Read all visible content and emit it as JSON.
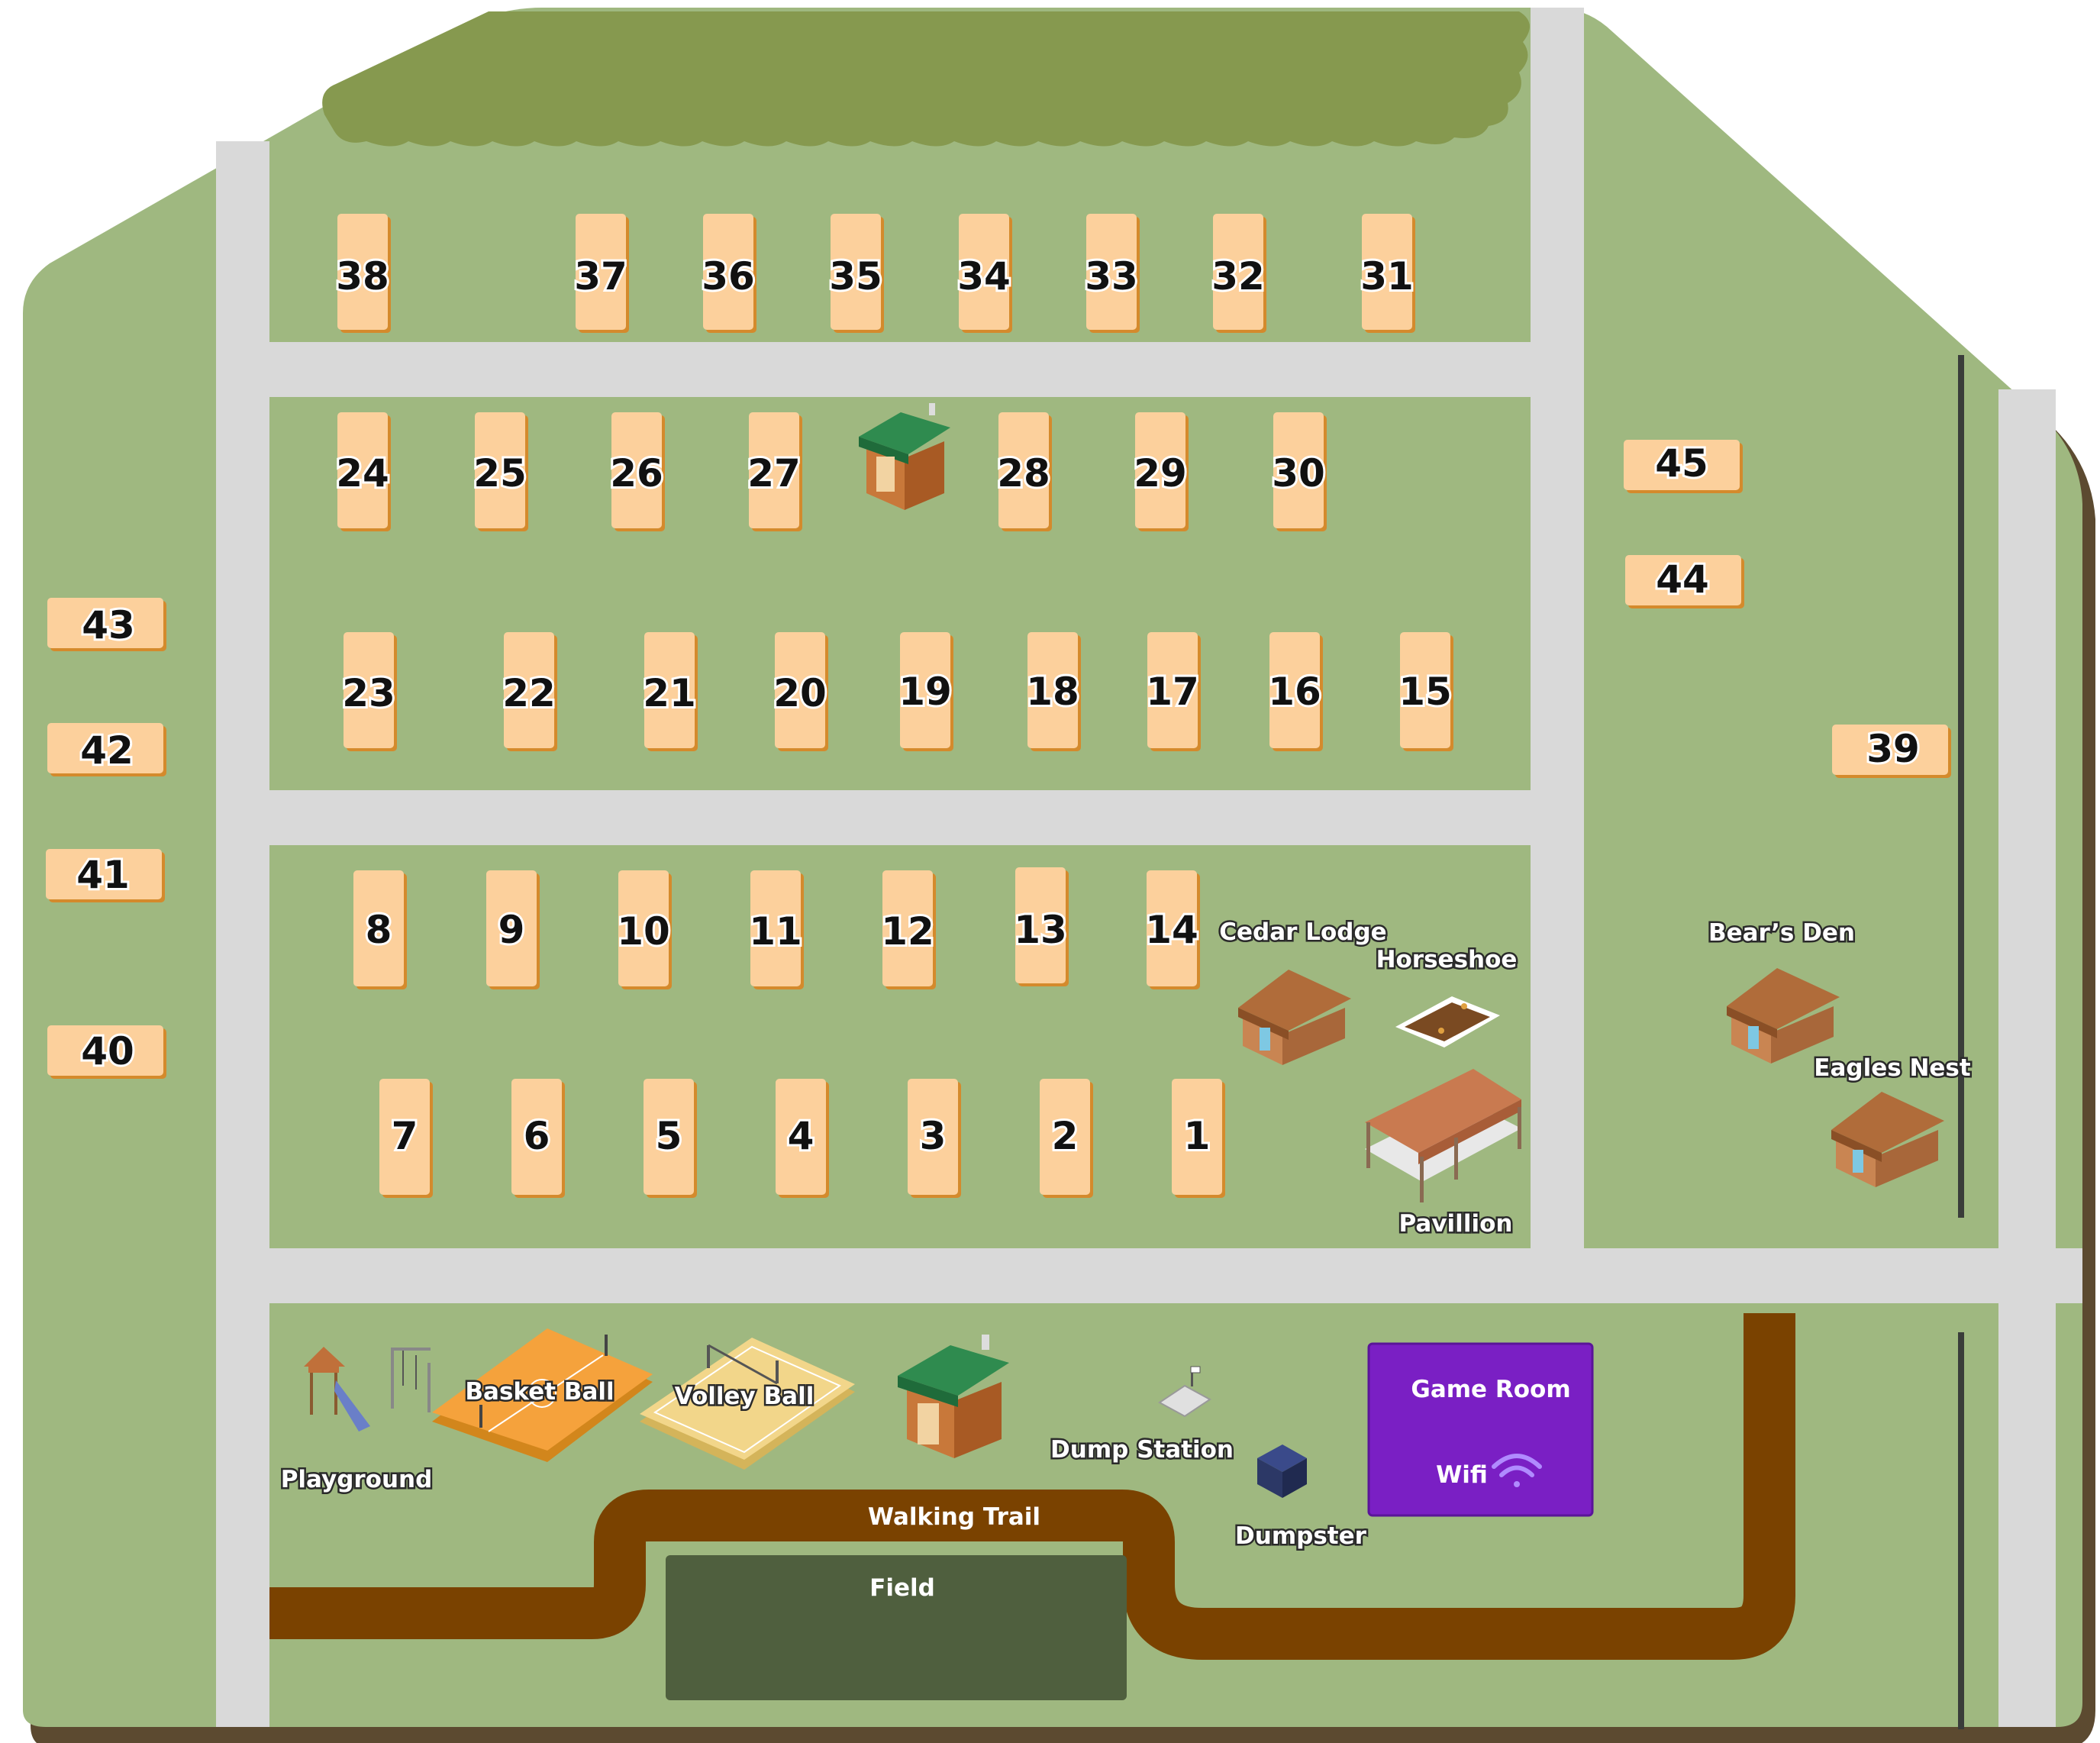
{
  "sites": {
    "s1": "1",
    "s2": "2",
    "s3": "3",
    "s4": "4",
    "s5": "5",
    "s6": "6",
    "s7": "7",
    "s8": "8",
    "s9": "9",
    "s10": "10",
    "s11": "11",
    "s12": "12",
    "s13": "13",
    "s14": "14",
    "s15": "15",
    "s16": "16",
    "s17": "17",
    "s18": "18",
    "s19": "19",
    "s20": "20",
    "s21": "21",
    "s22": "22",
    "s23": "23",
    "s24": "24",
    "s25": "25",
    "s26": "26",
    "s27": "27",
    "s28": "28",
    "s29": "29",
    "s30": "30",
    "s31": "31",
    "s32": "32",
    "s33": "33",
    "s34": "34",
    "s35": "35",
    "s36": "36",
    "s37": "37",
    "s38": "38",
    "s39": "39",
    "s40": "40",
    "s41": "41",
    "s42": "42",
    "s43": "43",
    "s44": "44",
    "s45": "45"
  },
  "labels": {
    "cedar_lodge": "Cedar Lodge",
    "horseshoe": "Horseshoe",
    "pavillion": "Pavillion",
    "bears_den": "Bear’s Den",
    "eagles_nest": "Eagles Nest",
    "basket_ball": "Basket Ball",
    "volley_ball": "Volley Ball",
    "playground": "Playground",
    "dump_station": "Dump Station",
    "dumpster": "Dumpster",
    "game_room": "Game Room",
    "wifi": "Wifi",
    "walking_trail": "Walking Trail",
    "field": "Field"
  },
  "colors": {
    "grass": "#9fb880",
    "road": "#d9d9d9",
    "site_pad": "#fcd09c",
    "site_shadow": "#d48a2c",
    "trees": "#86994f",
    "trail": "#7a4200",
    "field": "#4f5f3e",
    "game_room": "#7a1fc4",
    "fence": "#3a3d3a",
    "cabin": "#b06c3a",
    "base_shadow": "#6b5a3a"
  },
  "icons": {
    "restroom": "outhouse-icon",
    "cabin": "log-cabin-icon",
    "pavillion": "pavilion-icon",
    "horseshoe": "horseshoe-pit-icon",
    "playground": "playground-icon",
    "dump_station": "dump-station-icon",
    "dumpster": "dumpster-icon",
    "wifi": "wifi-icon"
  }
}
